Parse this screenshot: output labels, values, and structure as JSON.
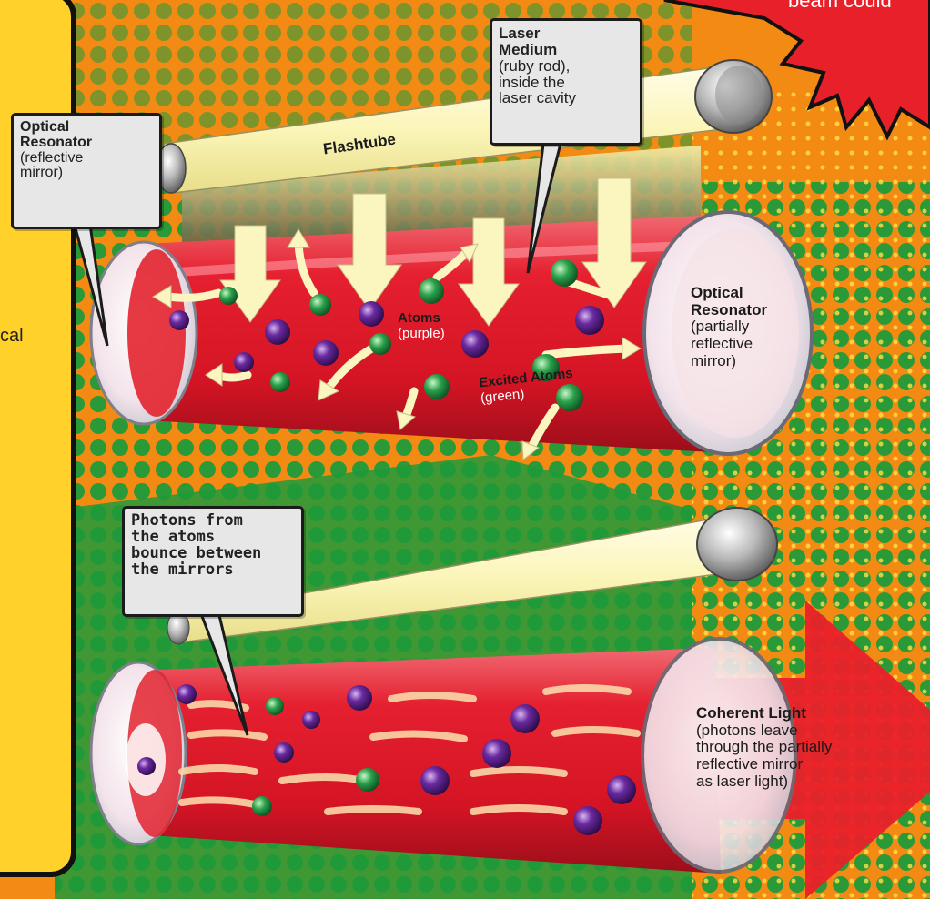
{
  "panel": {
    "fragment": "cal"
  },
  "burst": {
    "fragment": "beam could"
  },
  "flashtube": {
    "label": "Flashtube"
  },
  "callouts": {
    "optical_resonator_left": {
      "title_line1": "Optical",
      "title_line2": "Resonator",
      "sub_line1": "(reflective",
      "sub_line2": "mirror)"
    },
    "laser_medium": {
      "title_line1": "Laser",
      "title_line2": "Medium",
      "sub_line1": "(ruby rod),",
      "sub_line2": "inside the",
      "sub_line3": "laser cavity"
    },
    "photons": {
      "line1": "Photons from",
      "line2": "the atoms",
      "line3": "bounce between",
      "line4": "the mirrors"
    }
  },
  "labels": {
    "atoms": {
      "title": "Atoms",
      "sub": "(purple)"
    },
    "excited_atoms": {
      "title": "Excited Atoms",
      "sub": "(green)"
    },
    "optical_resonator_right": {
      "title_line1": "Optical",
      "title_line2": "Resonator",
      "sub_line1": "(partially",
      "sub_line2": "reflective",
      "sub_line3": "mirror)"
    },
    "coherent_light": {
      "title": "Coherent Light",
      "sub_line1": "(photons leave",
      "sub_line2": "through the partially",
      "sub_line3": "reflective mirror",
      "sub_line4": "as laser light)"
    }
  },
  "colors": {
    "background_orange": "#f38a14",
    "background_green": "#1f9a3a",
    "panel_yellow": "#ffd12a",
    "burst_red": "#e8202a",
    "rod_red": "#e0202e",
    "atom_purple": "#5a1f8a",
    "atom_green": "#2aa14a",
    "flashtube_yellow": "#fbf7c8",
    "callout_gray": "#e7e7e7"
  }
}
